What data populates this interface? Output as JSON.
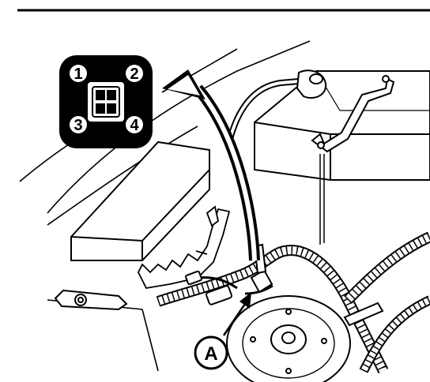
{
  "connector_inset": {
    "pins": [
      {
        "label": "1"
      },
      {
        "label": "2"
      },
      {
        "label": "3"
      },
      {
        "label": "4"
      }
    ]
  },
  "callout": {
    "label": "A"
  },
  "colors": {
    "ink": "#000000",
    "paper": "#ffffff"
  }
}
